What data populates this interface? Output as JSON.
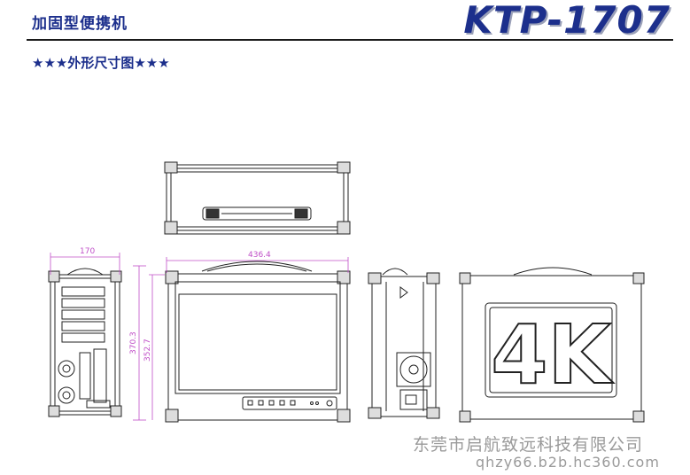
{
  "header": {
    "title": "加固型便携机",
    "model": "KTP-1707",
    "subtitle": "★★★外形尺寸图★★★"
  },
  "dimensions": {
    "side_width": "170",
    "front_width": "436.4",
    "total_height": "370.3",
    "body_height": "352.7"
  },
  "back_panel_label": "4K",
  "footer": {
    "company": "东莞市启航致远科技有限公司",
    "url": "qhzy66.b2b.hc360.com"
  },
  "colors": {
    "brand": "#1c2f8c",
    "dimension": "#c04fc8",
    "watermark": "#9a9a9a"
  }
}
